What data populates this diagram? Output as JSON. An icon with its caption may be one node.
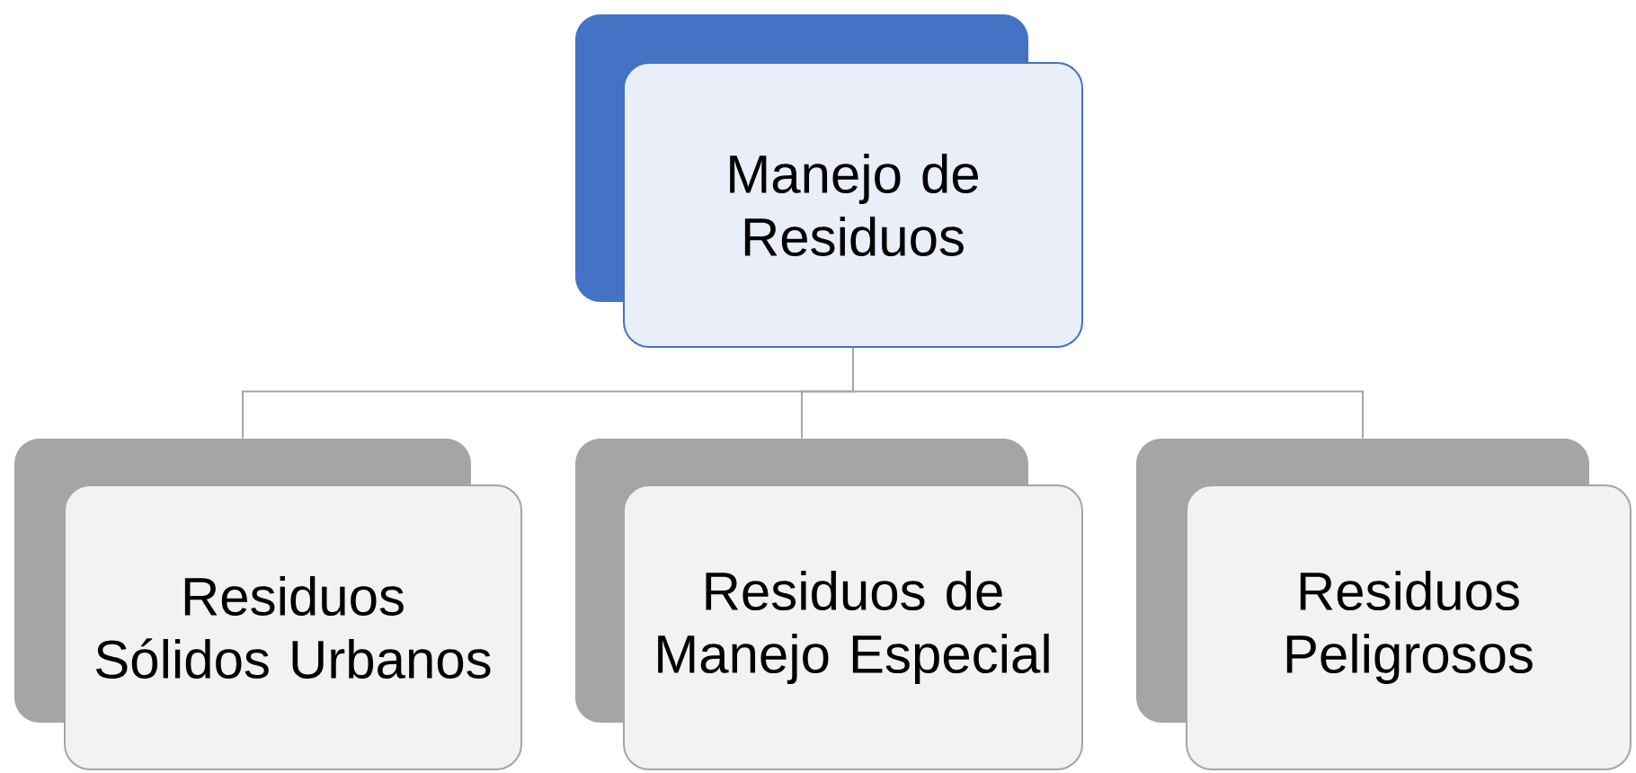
{
  "diagram": {
    "nodes": [
      {
        "text": [
          "Manejo de Residuos"
        ]
      },
      {
        "text": [
          "Residuos Sólidos Urbanos"
        ]
      },
      {
        "text": [
          "Residuos de Manejo Especial"
        ]
      },
      {
        "text": [
          "Residuos Peligrosos"
        ]
      }
    ],
    "edges": [
      {
        "from": 0,
        "to": 1,
        "arrow": "none"
      },
      {
        "from": 0,
        "to": 2,
        "arrow": "none"
      },
      {
        "from": 0,
        "to": 3,
        "arrow": "none"
      }
    ]
  }
}
